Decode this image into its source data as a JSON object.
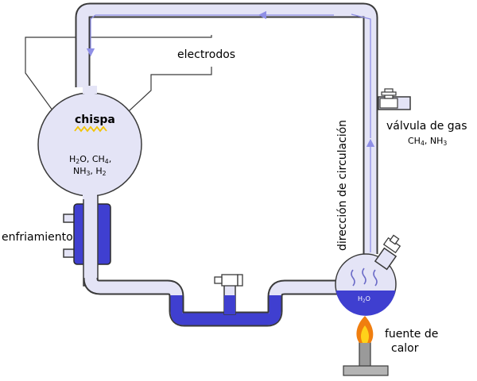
{
  "labels": {
    "electrodes": "electrodos",
    "spark": "chispa",
    "flask_contents": {
      "line1": [
        {
          "t": "H"
        },
        {
          "t": "2",
          "sub": true
        },
        {
          "t": "O, CH"
        },
        {
          "t": "4",
          "sub": true
        },
        {
          "t": ","
        }
      ],
      "line2": [
        {
          "t": "NH"
        },
        {
          "t": "3",
          "sub": true
        },
        {
          "t": ", H"
        },
        {
          "t": "2",
          "sub": true
        }
      ]
    },
    "cooling": "enfriamiento",
    "flow_direction": "dirección de circulación",
    "gas_valve": "válvula de gas",
    "gas_valve_gases": [
      {
        "t": "CH"
      },
      {
        "t": "4",
        "sub": true
      },
      {
        "t": ", NH"
      },
      {
        "t": "3",
        "sub": true
      }
    ],
    "water": [
      {
        "t": "H"
      },
      {
        "t": "2",
        "sub": true
      },
      {
        "t": "O"
      }
    ],
    "heat_source_line1": "fuente de",
    "heat_source_line2": "calor"
  },
  "colors": {
    "tube_fill": "#e4e4f6",
    "tube_outline": "#3a3a3a",
    "water": "#3f3fd0",
    "flow_arrow": "#8f8fe6",
    "spark": "#f2c400",
    "flame_outer": "#f07e0f",
    "flame_inner": "#ffd21a",
    "burner": "#9a9a9a"
  },
  "icons": [
    "spark-icon",
    "valve-icon",
    "flame-icon",
    "burner-icon",
    "heat-waves-icon",
    "flow-arrow-icon"
  ]
}
